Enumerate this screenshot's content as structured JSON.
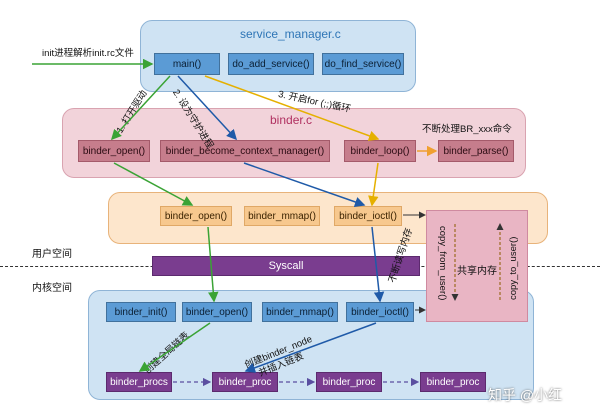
{
  "service_manager": {
    "title": "service_manager.c",
    "funcs": [
      "main()",
      "do_add_service()",
      "do_find_service()"
    ]
  },
  "init_label": "init进程解析init.rc文件",
  "binder_c": {
    "title": "binder.c",
    "funcs": [
      "binder_open()",
      "binder_become_context_manager()",
      "binder_loop()",
      "binder_parse()"
    ],
    "note": "不断处理BR_xxx命令"
  },
  "steps": [
    "1. 打开驱动",
    "2. 设为守护进程",
    "3. 开启for (;;)循环"
  ],
  "user_space": {
    "label": "用户空间",
    "funcs": [
      "binder_open()",
      "binder_mmap()",
      "binder_ioctl()"
    ]
  },
  "syscall": "Syscall",
  "kernel_space": {
    "label": "内核空间",
    "funcs": [
      "binder_init()",
      "binder_open()",
      "binder_mmap()",
      "binder_ioctl()"
    ],
    "lists": [
      "binder_procs",
      "binder_proc",
      "binder_proc",
      "binder_proc"
    ]
  },
  "shared_memory": {
    "label": "共享内存",
    "copy_from_user": "copy_from_user()",
    "copy_to_user": "copy_to_user()"
  },
  "rw_label": "不断读写内存",
  "create_global_list": "创建全局链表",
  "create_binder_node": [
    "创建binder_node",
    "并插入链表"
  ],
  "watermark": "知乎 @小红"
}
